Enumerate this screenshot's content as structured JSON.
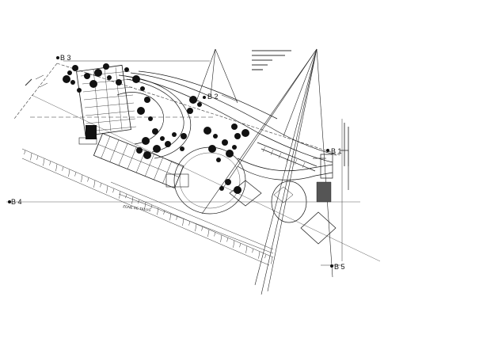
{
  "markers": {
    "b1": "B 1",
    "b2": "B 2",
    "b3": "B 3",
    "b4": "B 4",
    "b5": "B 5"
  },
  "zone_label": "ZONE DE TALUS",
  "colors": {
    "line": "#1a1a1a",
    "faint": "#555555",
    "fill_dark": "#111111",
    "background": "#ffffff"
  }
}
